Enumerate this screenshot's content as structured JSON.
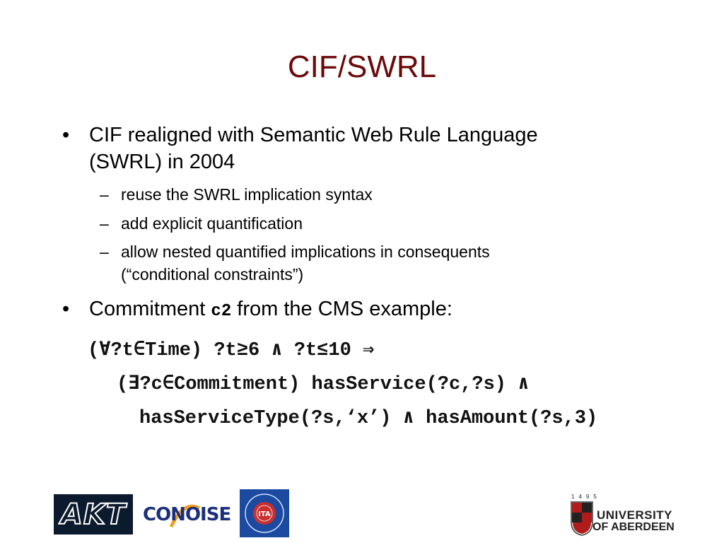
{
  "title": "CIF/SWRL",
  "bullets": [
    {
      "line1": "CIF realigned with Semantic Web Rule Language",
      "line2": "(SWRL) in 2004",
      "subs": [
        {
          "text": "reuse the SWRL implication syntax"
        },
        {
          "text": "add explicit quantification"
        },
        {
          "line1": "allow nested quantified implications in consequents",
          "line2": "(“conditional constraints”)"
        }
      ]
    },
    {
      "before": "Commitment ",
      "code": "c2",
      "after": " from the CMS example:"
    }
  ],
  "bullet_glyph": "•",
  "dash_glyph": "–",
  "formula": {
    "line1": "(∀?t∈Time) ?t≥6 ∧ ?t≤10 ⇒",
    "line2": "(∃?c∈Commitment) hasService(?c,?s) ∧",
    "line3": "hasServiceType(?s,‘x’) ∧ hasAmount(?s,3)"
  },
  "logos": {
    "akt": "AKT",
    "conoise": "CONOISE",
    "ita": "ITA",
    "aberdeen_year": "1495",
    "aberdeen_line1": "UNIVERSITY",
    "aberdeen_line2": "OF ABERDEEN"
  },
  "colors": {
    "title": "#6b0a0a",
    "akt_bg": "#0c1a2e",
    "conoise": "#1c2f7a",
    "ita_bg": "#1b4aa0"
  }
}
